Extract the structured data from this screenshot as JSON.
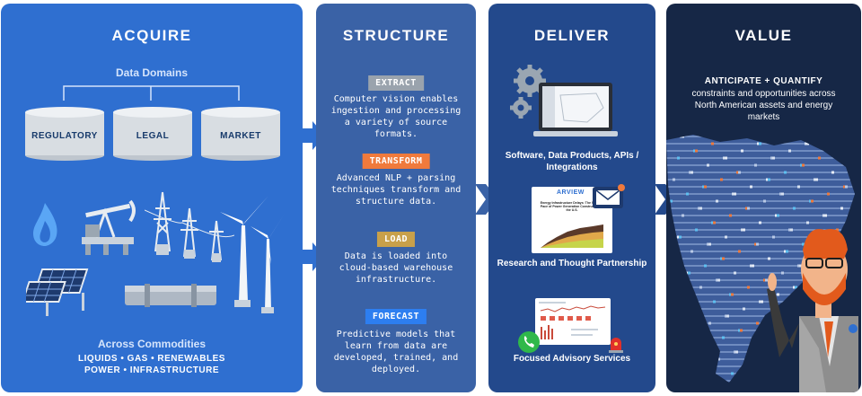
{
  "acquire": {
    "title": "ACQUIRE",
    "domains_label": "Data Domains",
    "domains": [
      "REGULATORY",
      "LEGAL",
      "MARKET"
    ],
    "commodities_label": "Across Commodities",
    "commodities_line1": "LIQUIDS • GAS • RENEWABLES",
    "commodities_line2": "POWER • INFRASTRUCTURE"
  },
  "structure": {
    "title": "STRUCTURE",
    "steps": [
      {
        "tag": "EXTRACT",
        "text": "Computer vision enables ingestion and processing a variety of source formats."
      },
      {
        "tag": "TRANSFORM",
        "text": "Advanced NLP + parsing techniques transform and structure data."
      },
      {
        "tag": "LOAD",
        "text": "Data is loaded into cloud-based warehouse infrastructure."
      },
      {
        "tag": "FORECAST",
        "text": "Predictive models that learn from data are developed, trained, and deployed."
      }
    ]
  },
  "deliver": {
    "title": "DELIVER",
    "items": [
      {
        "label": "Software, Data Products, APIs / Integrations"
      },
      {
        "label": "Research and Thought Partnership"
      },
      {
        "label": "Focused Advisory Services"
      }
    ],
    "report_brand": "ARVIEW",
    "report_title": "Energy Infrastructure Delays: The Slowing Pace of Power Generation Construction in the U.S."
  },
  "value": {
    "title": "VALUE",
    "headline": "ANTICIPATE + QUANTIFY",
    "body": "constraints and opportunities across North American assets and energy markets"
  },
  "colors": {
    "acquire": "#2f6fd0",
    "structure": "#3a62a6",
    "deliver": "#23498c",
    "value": "#162746",
    "tag_extract": "#9aa3ad",
    "tag_transform": "#f07a3c",
    "tag_load": "#c8a04a",
    "tag_forecast": "#2d7ef0"
  }
}
